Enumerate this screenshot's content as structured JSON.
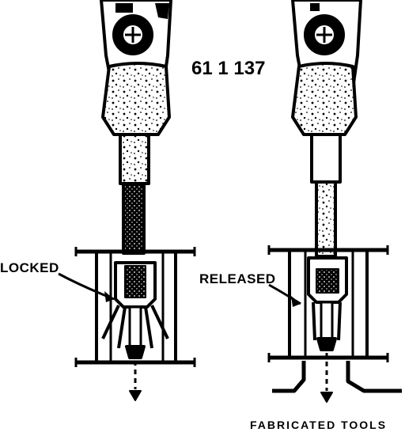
{
  "part_number": "61 1 137",
  "labels": {
    "locked": "LOCKED",
    "released": "RELEASED",
    "fabricated_tools": "FABRICATED TOOLS"
  },
  "colors": {
    "ink": "#000000",
    "paper": "#ffffff"
  }
}
